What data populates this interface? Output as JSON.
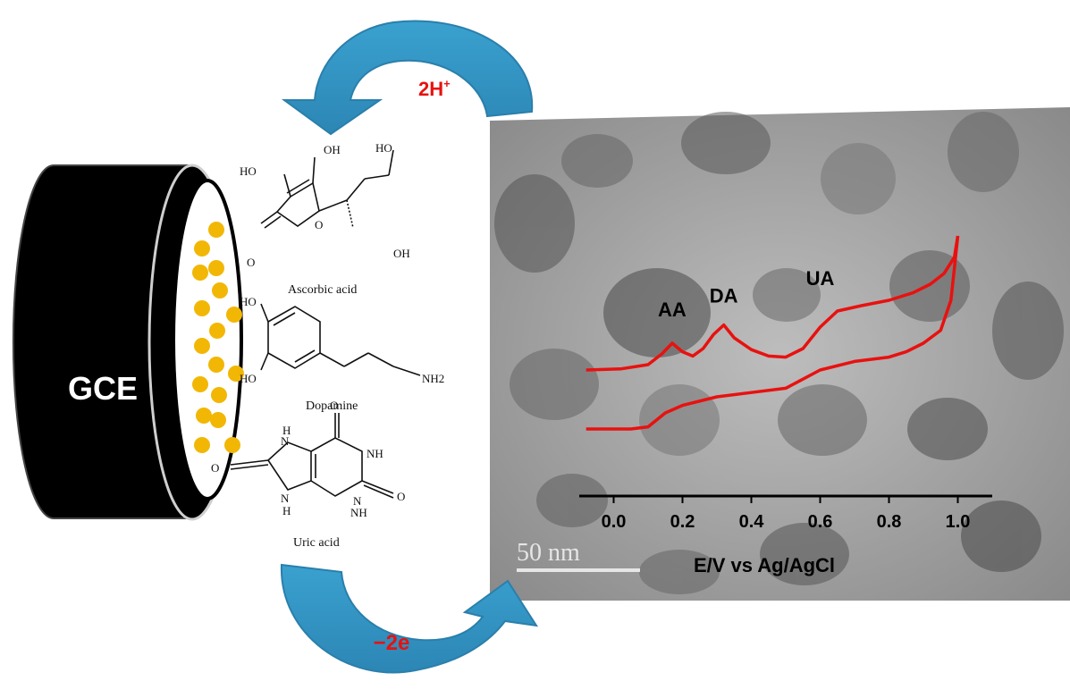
{
  "electrode": {
    "label": "GCE"
  },
  "arrows": {
    "top_label": "2H",
    "top_label_sup": "+",
    "bottom_label": "−2e"
  },
  "molecules": {
    "ascorbic": {
      "name": "Ascorbic acid",
      "atoms": [
        "OH",
        "HO",
        "HO",
        "O",
        "O",
        "OH"
      ]
    },
    "dopamine": {
      "name": "Dopamine",
      "atoms": [
        "HO",
        "HO",
        "NH2"
      ]
    },
    "uric": {
      "name": "Uric acid",
      "atoms": [
        "O",
        "H",
        "N",
        "NH",
        "N",
        "O",
        "N",
        "H",
        "NH",
        "O"
      ]
    }
  },
  "tem": {
    "scale_bar": "50 nm"
  },
  "colors": {
    "electrode": "#000000",
    "nanoparticle": "#f2b705",
    "arrow": "#3aa1cf",
    "arrow_label": "#e8110f",
    "cv_curve": "#e8110f"
  },
  "chart_data": {
    "type": "line",
    "xlabel": "E/V vs Ag/AgCl",
    "ylabel": "",
    "xlim": [
      -0.1,
      1.1
    ],
    "x_ticks": [
      "0.0",
      "0.2",
      "0.4",
      "0.6",
      "0.8",
      "1.0"
    ],
    "tick_values": [
      0.0,
      0.2,
      0.4,
      0.6,
      0.8,
      1.0
    ],
    "annotations": [
      {
        "text": "AA",
        "x": 0.17
      },
      {
        "text": "DA",
        "x": 0.32
      },
      {
        "text": "UA",
        "x": 0.6
      }
    ],
    "series": [
      {
        "x": [
          -0.08,
          0.02,
          0.1,
          0.14,
          0.17,
          0.2,
          0.23,
          0.26,
          0.29,
          0.32,
          0.35,
          0.4,
          0.45,
          0.5,
          0.55,
          0.6,
          0.65,
          0.72,
          0.8,
          0.87,
          0.92,
          0.96,
          0.99,
          1.0
        ],
        "y": [
          0.05,
          0.06,
          0.1,
          0.2,
          0.3,
          0.22,
          0.18,
          0.25,
          0.38,
          0.47,
          0.35,
          0.24,
          0.18,
          0.17,
          0.25,
          0.45,
          0.6,
          0.65,
          0.7,
          0.77,
          0.85,
          0.95,
          1.1,
          1.3
        ]
      },
      {
        "x": [
          1.0,
          0.98,
          0.95,
          0.9,
          0.85,
          0.8,
          0.7,
          0.6,
          0.5,
          0.4,
          0.3,
          0.2,
          0.15,
          0.1,
          0.05,
          -0.08
        ],
        "y": [
          1.3,
          0.7,
          0.42,
          0.3,
          0.22,
          0.17,
          0.13,
          0.05,
          -0.12,
          -0.16,
          -0.2,
          -0.28,
          -0.35,
          -0.48,
          -0.5,
          -0.5
        ]
      }
    ]
  }
}
